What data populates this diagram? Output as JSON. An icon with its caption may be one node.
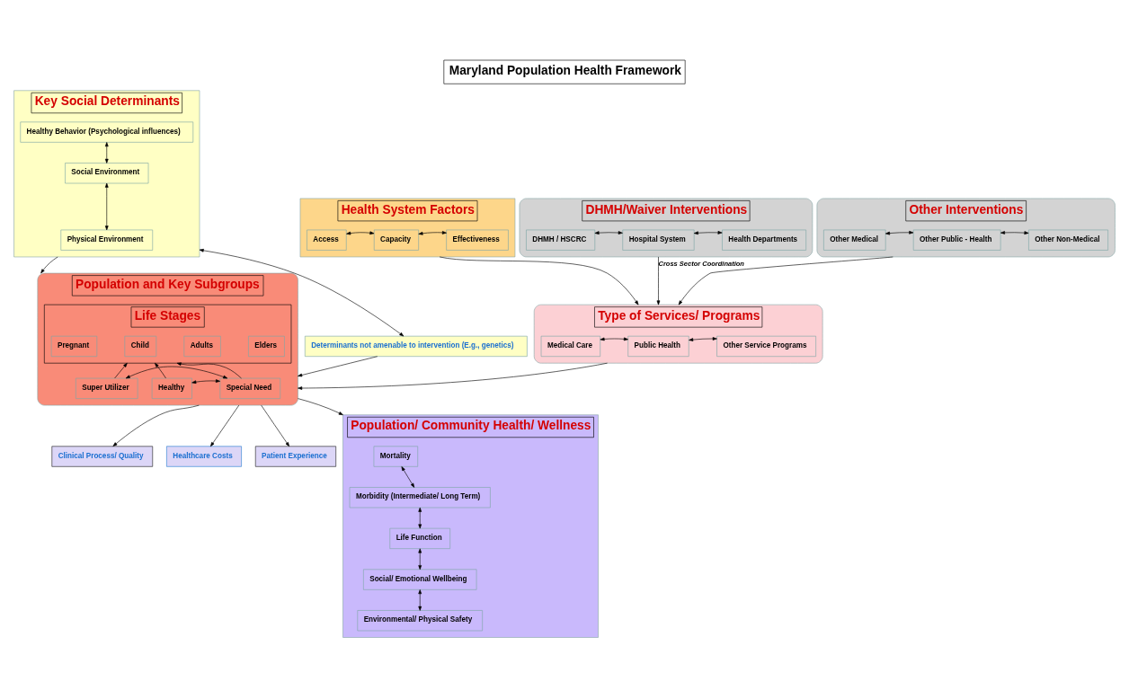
{
  "diagram": {
    "title": "Maryland Population Health Framework",
    "nodes": [
      {
        "text": [
          "DHMH/Waiver Interventions"
        ]
      },
      {
        "text": [
          "DHMH / HSCRC"
        ],
        "in": 0
      },
      {
        "text": [
          "Hospital System"
        ],
        "in": 0
      },
      {
        "text": [
          "Health Departments"
        ],
        "in": 0
      },
      {
        "text": [
          "Other Interventions"
        ]
      },
      {
        "text": [
          "Other Medical"
        ],
        "in": 4
      },
      {
        "text": [
          "Other Public - Health"
        ],
        "in": 4
      },
      {
        "text": [
          "Other Non-Medical"
        ],
        "in": 4
      },
      {
        "text": [
          "Health System Factors"
        ]
      },
      {
        "text": [
          "Access"
        ],
        "in": 8
      },
      {
        "text": [
          "Capacity"
        ],
        "in": 8
      },
      {
        "text": [
          "Effectiveness"
        ],
        "in": 8
      },
      {
        "text": [
          "Type of Services/ Programs"
        ]
      },
      {
        "text": [
          "Medical Care"
        ],
        "in": 12
      },
      {
        "text": [
          "Public Health"
        ],
        "in": 12
      },
      {
        "text": [
          "Other Service Programs"
        ],
        "in": 12
      },
      {
        "text": [
          "Key Social Determinants"
        ]
      },
      {
        "text": [
          "Healthy Behavior (Psychological influences)"
        ],
        "in": 16
      },
      {
        "text": [
          "Social Environment"
        ],
        "in": 16
      },
      {
        "text": [
          "Physical Environment"
        ],
        "in": 16
      },
      {
        "text": [
          "Determinants not amenable to intervention (E.g., genetics)"
        ]
      },
      {
        "text": [
          "Population and Key Subgroups"
        ]
      },
      {
        "text": [
          "Healthy"
        ],
        "in": 21
      },
      {
        "text": [
          "Special Need"
        ],
        "in": 21
      },
      {
        "text": [
          "Super Utilizer"
        ],
        "in": 21
      },
      {
        "text": [
          "Life Stages"
        ],
        "in": 21
      },
      {
        "text": [
          "Pregnant"
        ],
        "in": 25
      },
      {
        "text": [
          "Child"
        ],
        "in": 25
      },
      {
        "text": [
          "Adults"
        ],
        "in": 25
      },
      {
        "text": [
          "Elders"
        ],
        "in": 25
      },
      {
        "text": [
          "Clinical Process/ Quality"
        ]
      },
      {
        "text": [
          "Healthcare Costs"
        ]
      },
      {
        "text": [
          "Patient Experience"
        ]
      },
      {
        "text": [
          "Population/ Community Health/ Wellness"
        ]
      },
      {
        "text": [
          "Mortality"
        ],
        "in": 33
      },
      {
        "text": [
          "Morbidity (Intermediate/ Long Term)"
        ],
        "in": 33
      },
      {
        "text": [
          "Life Function"
        ],
        "in": 33
      },
      {
        "text": [
          "Social/ Emotional Wellbeing"
        ],
        "in": 33
      },
      {
        "text": [
          "Environmental/ Physical Safety"
        ],
        "in": 33
      }
    ],
    "edges": [
      {
        "from": 1,
        "to": 2,
        "arrow": "both"
      },
      {
        "from": 2,
        "to": 3,
        "arrow": "both"
      },
      {
        "from": 5,
        "to": 6,
        "arrow": "both"
      },
      {
        "from": 6,
        "to": 7,
        "arrow": "both"
      },
      {
        "from": 0,
        "to": 12,
        "arrow": "to",
        "label": "Cross Sector Coordination"
      },
      {
        "from": 4,
        "to": 12,
        "arrow": "to"
      },
      {
        "from": 9,
        "to": 10,
        "arrow": "both"
      },
      {
        "from": 10,
        "to": 11,
        "arrow": "both"
      },
      {
        "from": 8,
        "to": 12,
        "arrow": "to"
      },
      {
        "from": 13,
        "to": 14,
        "arrow": "both"
      },
      {
        "from": 14,
        "to": 15,
        "arrow": "both"
      },
      {
        "from": 12,
        "to": 21,
        "arrow": "to"
      },
      {
        "from": 17,
        "to": 18,
        "arrow": "both"
      },
      {
        "from": 18,
        "to": 19,
        "arrow": "both"
      },
      {
        "from": 16,
        "to": 20,
        "arrow": "both"
      },
      {
        "from": 16,
        "to": 21,
        "arrow": "to"
      },
      {
        "from": 20,
        "to": 21,
        "arrow": "to"
      },
      {
        "from": 22,
        "to": 23,
        "arrow": "both"
      },
      {
        "from": 23,
        "to": 24,
        "arrow": "both"
      },
      {
        "from": 22,
        "to": 25,
        "arrow": "to"
      },
      {
        "from": 23,
        "to": 25,
        "arrow": "to"
      },
      {
        "from": 24,
        "to": 25,
        "arrow": "to"
      },
      {
        "from": 21,
        "to": 30,
        "arrow": "to"
      },
      {
        "from": 21,
        "to": 31,
        "arrow": "to"
      },
      {
        "from": 21,
        "to": 32,
        "arrow": "to"
      },
      {
        "from": 21,
        "to": 33,
        "arrow": "to"
      },
      {
        "from": 34,
        "to": 35,
        "arrow": "both"
      },
      {
        "from": 35,
        "to": 36,
        "arrow": "both"
      },
      {
        "from": 36,
        "to": 37,
        "arrow": "both"
      },
      {
        "from": 37,
        "to": 38,
        "arrow": "both"
      }
    ]
  }
}
